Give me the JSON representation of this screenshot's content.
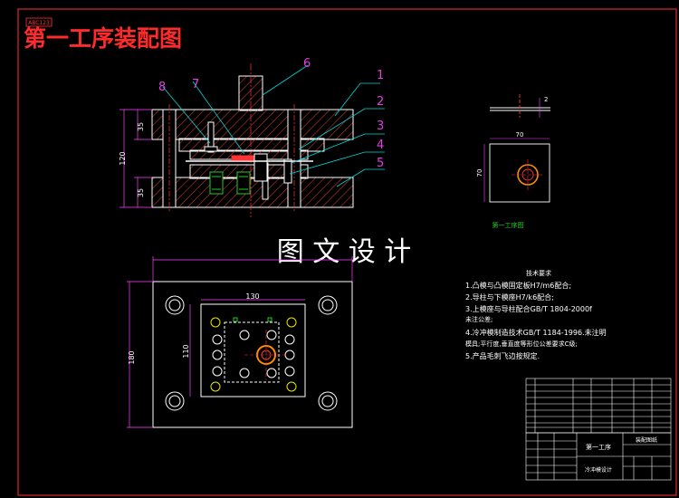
{
  "title_tag": "ABC123",
  "title": "第一工序装配图",
  "watermark": "图 文 设 计",
  "balloons": [
    "1",
    "2",
    "3",
    "4",
    "5",
    "6",
    "7",
    "8"
  ],
  "dims": {
    "front_top": "35",
    "front_total": "120",
    "front_bottom": "35",
    "plan_inner_width": "130",
    "plan_height": "180",
    "plan_inner_height": "110",
    "part_width": "70",
    "part_height": "70",
    "part_thickness": "2"
  },
  "part_caption": "第一工序图",
  "notes": {
    "heading": "技术要求",
    "items": [
      "1.凸模与凸模固定板H7/m6配合;",
      "2.导柱与下模座H7/k6配合;",
      "3.上模座与导柱配合GB/T 1804-2000f",
      "  未注公差;",
      "4.冷冲模制造技术GB/T 1184-1996.未注明",
      "  模具;平行度,垂直度等形位公差要求C级;",
      "5.产品毛刺飞边按规定."
    ]
  },
  "title_block": {
    "drawing_name": "第一工序",
    "drawing_type": "装配图纸",
    "school": "冷冲模设计"
  },
  "colors": {
    "frame": "#ff3333",
    "lines": "#ffffff",
    "leader": "#00d8d8",
    "balloon_text": "#e040e0",
    "dim": "#ff40ff",
    "hatch": "#c0392b",
    "green": "#22cc22",
    "yellow": "#e6e600",
    "orange": "#ff8c00",
    "title_text": "#ff2a2a"
  }
}
